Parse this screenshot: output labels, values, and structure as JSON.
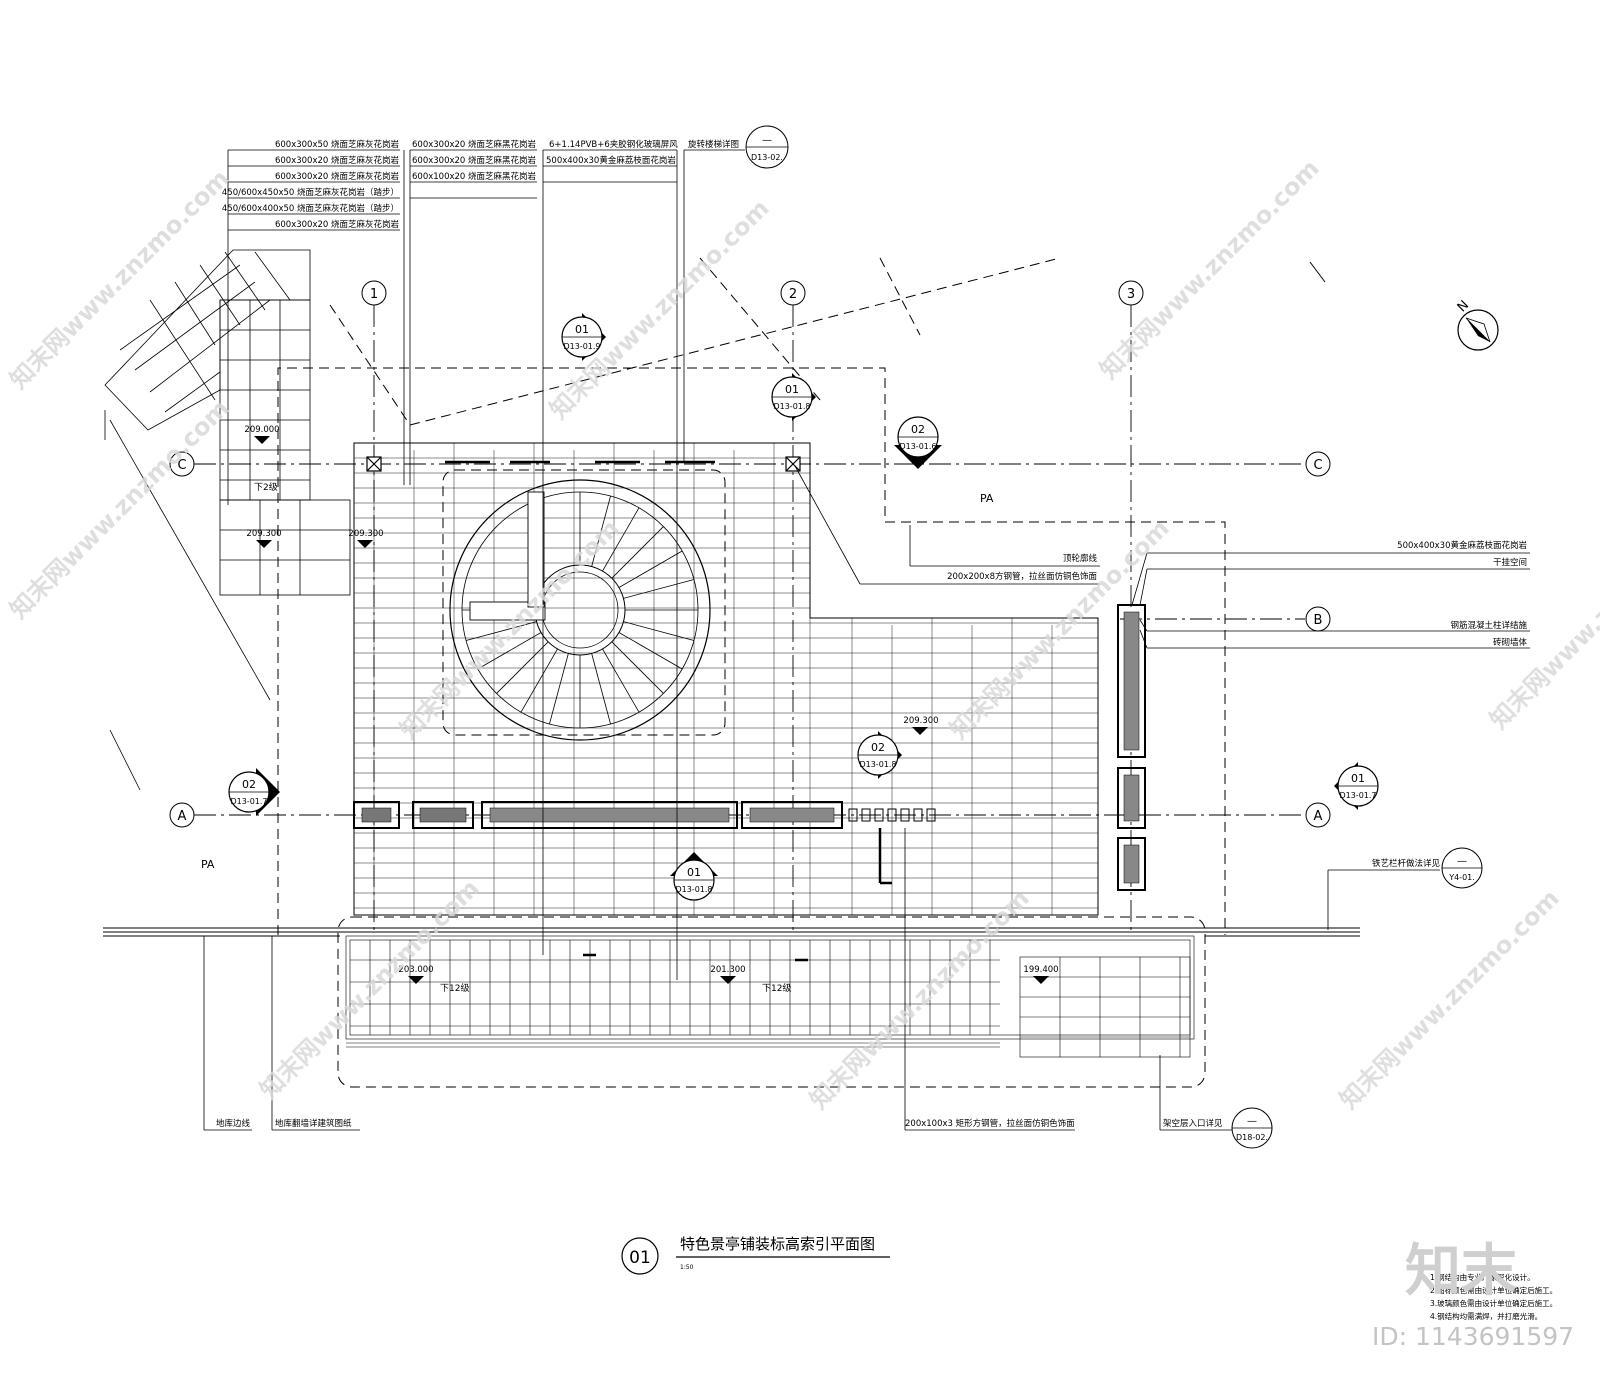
{
  "drawing": {
    "title_number": "01",
    "title": "特色景亭铺装标高索引平面图",
    "scale": "1:50"
  },
  "watermark": {
    "text": "知末网www.znzmo.com",
    "logo": "知末",
    "id": "ID: 1143691597"
  },
  "compass": {
    "label": "N"
  },
  "grids": {
    "cols": [
      "1",
      "2",
      "3"
    ],
    "rows_left": [
      "C",
      "A"
    ],
    "rows_right": [
      "C",
      "B",
      "A"
    ]
  },
  "top_labels": {
    "col1": [
      "600x300x50 烧面芝麻灰花岗岩",
      "600x300x20 烧面芝麻灰花岗岩",
      "600x300x20 烧面芝麻灰花岗岩",
      "450/600x450x50 烧面芝麻灰花岗岩（踏步）",
      "450/600x400x50 烧面芝麻灰花岗岩（踏步）",
      "600x300x20 烧面芝麻灰花岗岩"
    ],
    "col2": [
      "600x300x20 烧面芝麻黑花岗岩",
      "600x300x20 烧面芝麻黑花岗岩",
      "600x100x20 烧面芝麻黑花岗岩"
    ],
    "col3": [
      "6+1.14PVB+6夹胶钢化玻璃屏风",
      "500x400x30黄金麻荔枝面花岗岩"
    ],
    "stair": "旋转楼梯详图",
    "stair_ref_top": "—",
    "stair_ref_bottom": "D13-02."
  },
  "right_labels": [
    "顶轮廓线",
    "200x200x8方钢管，拉丝面仿铜色饰面",
    "500x400x30黄金麻荔枝面花岗岩",
    "干挂空间",
    "钢筋混凝土柱详结施",
    "砖砌墙体"
  ],
  "railing": {
    "label": "铁艺栏杆做法详见",
    "ref_top": "—",
    "ref_bottom": "Y4-01."
  },
  "bottom_labels": {
    "garage_edge": "地库边线",
    "garage_wall": "地库翻墙详建筑图纸",
    "steel": "200x100x3 矩形方钢管，拉丝面仿铜色饰面",
    "entry": "架空层入口详见",
    "entry_ref_top": "—",
    "entry_ref_bottom": "D18-02."
  },
  "section_marks": [
    {
      "num": "01",
      "ref": "D13-01.9"
    },
    {
      "num": "01",
      "ref": "D13-01.8"
    },
    {
      "num": "02",
      "ref": "D13-01.6"
    },
    {
      "num": "02",
      "ref": "D13-01.7"
    },
    {
      "num": "02",
      "ref": "D13-01.8"
    },
    {
      "num": "01",
      "ref": "D13-01.8"
    },
    {
      "num": "01",
      "ref": "D13-01.7"
    }
  ],
  "elevations": {
    "e1": "209.000",
    "e2": "209.300",
    "e3": "209.300",
    "e4": "209.300",
    "e5": "203.000",
    "e6": "201.300",
    "e7": "199.400"
  },
  "steps": {
    "s1": "下2级",
    "s2": "下12级",
    "s3": "下12级"
  },
  "areas": {
    "pa1": "PA",
    "pa2": "PA"
  },
  "notes": [
    "1.钢结构由专业厂家深化设计。",
    "2.图标颜色需由设计单位确定后施工。",
    "3.玻璃颜色需由设计单位确定后施工。",
    "4.钢结构均需满焊，并打磨光滑。"
  ]
}
